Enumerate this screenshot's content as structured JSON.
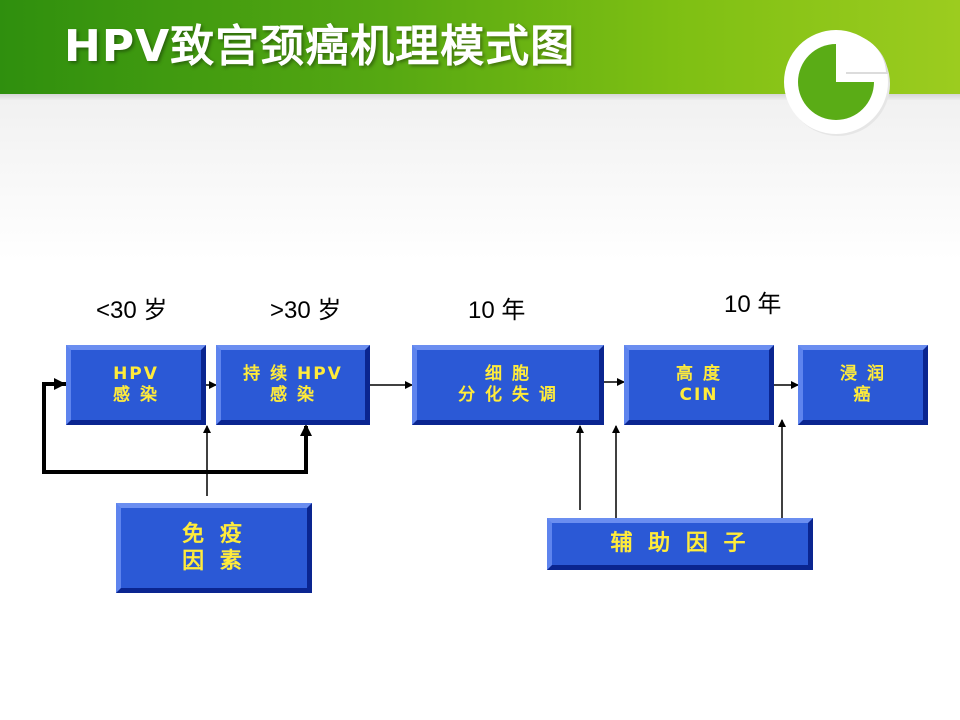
{
  "title": "HPV致宫颈癌机理模式图",
  "timeline": {
    "age_lt30": "<30 岁",
    "age_gt30": ">30 岁",
    "years_a": "10 年",
    "years_b": "10 年"
  },
  "stages": [
    {
      "line1": "HPV",
      "line2": "感 染"
    },
    {
      "line1": "持 续 HPV",
      "line2": "感 染"
    },
    {
      "line1": "细 胞",
      "line2": "分 化 失 调"
    },
    {
      "line1": "高 度",
      "line2": "CIN"
    },
    {
      "line1": "浸 润",
      "line2": "癌"
    }
  ],
  "factors": {
    "immune_line1": "免 疫",
    "immune_line2": "因 素",
    "cofactor": "辅 助 因 子"
  },
  "colors": {
    "header_green": "#56a812",
    "box_blue": "#2b59d6",
    "box_text": "#ffeb3b"
  },
  "icons": [
    "logo-icon"
  ]
}
